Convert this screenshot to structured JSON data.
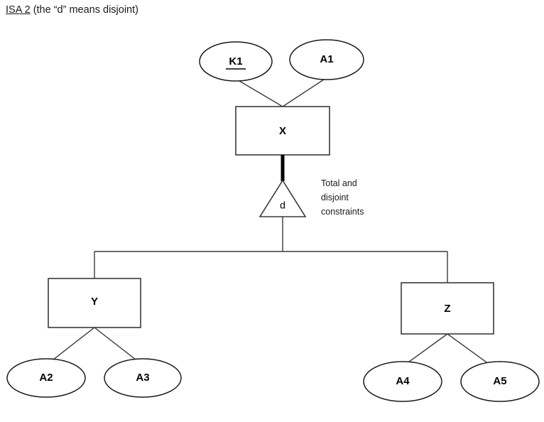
{
  "title": {
    "emphasis": "ISA 2",
    "rest": " (the “d” means disjoint)"
  },
  "diagram": {
    "type": "er-isa-hierarchy",
    "superclass": {
      "label": "X",
      "attributes": [
        {
          "label": "K1",
          "is_key": true
        },
        {
          "label": "A1",
          "is_key": false
        }
      ]
    },
    "specialization": {
      "symbol": "d",
      "meaning": "disjoint",
      "participation": "total",
      "annotation_lines": [
        "Total and",
        "disjoint",
        "constraints"
      ]
    },
    "subclasses": [
      {
        "label": "Y",
        "attributes": [
          {
            "label": "A2",
            "is_key": false
          },
          {
            "label": "A3",
            "is_key": false
          }
        ]
      },
      {
        "label": "Z",
        "attributes": [
          {
            "label": "A4",
            "is_key": false
          },
          {
            "label": "A5",
            "is_key": false
          }
        ]
      }
    ]
  },
  "colors": {
    "background": "#ffffff",
    "stroke": "#3a3a3a",
    "stroke_dark": "#1a1a1a",
    "text": "#000000"
  }
}
